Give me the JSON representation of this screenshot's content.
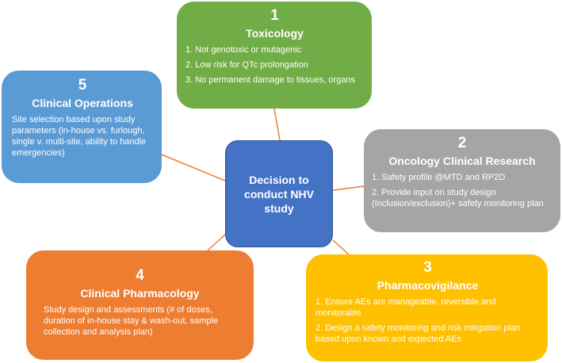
{
  "center": {
    "text": "Decision to\nconduct NHV\nstudy"
  },
  "boxes": {
    "toxicology": {
      "number": "1",
      "title": "Toxicology",
      "items": [
        "1. Not genotoxic or mutagenic",
        "2. Low risk for QTc prolongation",
        "3. No permanent damage to tissues, organs"
      ]
    },
    "oncology": {
      "number": "2",
      "title": "Oncology Clinical Research",
      "items": [
        "1. Safety profile @MTD and RP2D",
        "2. Provide input on study design (Inclusion/exclusion)+ safety monitoring plan"
      ]
    },
    "pharmacovigilance": {
      "number": "3",
      "title": "Pharmacovigilance",
      "items": [
        "1. Ensure AEs are manageable, reversible and monitorable",
        "2. Design a safety monitoring and risk mitigation plan based upon known and expected AEs"
      ]
    },
    "clinical_pharmacology": {
      "number": "4",
      "title": "Clinical Pharmacology",
      "items": [
        "Study design and assessments (# of doses, duration of in-house stay & wash-out, sample collection and analysis plan)"
      ]
    },
    "clinical_operations": {
      "number": "5",
      "title": "Clinical Operations",
      "items": [
        "Site selection based upon study parameters (in-house vs. furlough, single v. multi-site, ability to handle emergencies)"
      ]
    }
  },
  "colors": {
    "toxicology": "#70AD47",
    "oncology": "#A5A5A5",
    "pharmacovigilance": "#FFC000",
    "clinical_pharmacology": "#ED7D31",
    "clinical_operations": "#5B9BD5",
    "center": "#4472C4",
    "connector": "#ED7D31"
  }
}
